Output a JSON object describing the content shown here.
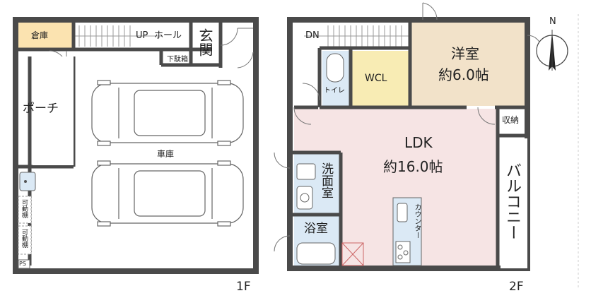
{
  "floors": {
    "f1": {
      "floor_label": "1F",
      "rooms": {
        "storage": "倉庫",
        "up": "UP",
        "hall": "ホール",
        "entrance": "玄関",
        "shoe_box": "下駄箱",
        "porch": "ポーチ",
        "garage": "車庫",
        "shelf_1": "可動棚",
        "shelf_2": "可動棚",
        "ps": "PS"
      }
    },
    "f2": {
      "floor_label": "2F",
      "rooms": {
        "dn": "DN",
        "toilet": "トイレ",
        "wcl": "WCL",
        "western_room": "洋室",
        "western_room_size": "約6.0帖",
        "storage_closet": "収納",
        "ldk": "LDK",
        "ldk_size": "約16.0帖",
        "washroom": "洗面室",
        "bathroom": "浴室",
        "counter": "カウンター",
        "balcony": "バルコニー"
      }
    }
  },
  "compass": {
    "north": "N"
  },
  "colors": {
    "wall": "#4a4a4a",
    "storage_fill": "#fbe3b0",
    "room_beige": "#f2e2c9",
    "ldk_pink": "#f6e4e4",
    "wcl_yellow": "#f8ecb4",
    "water_blue": "#dbe9f5"
  }
}
